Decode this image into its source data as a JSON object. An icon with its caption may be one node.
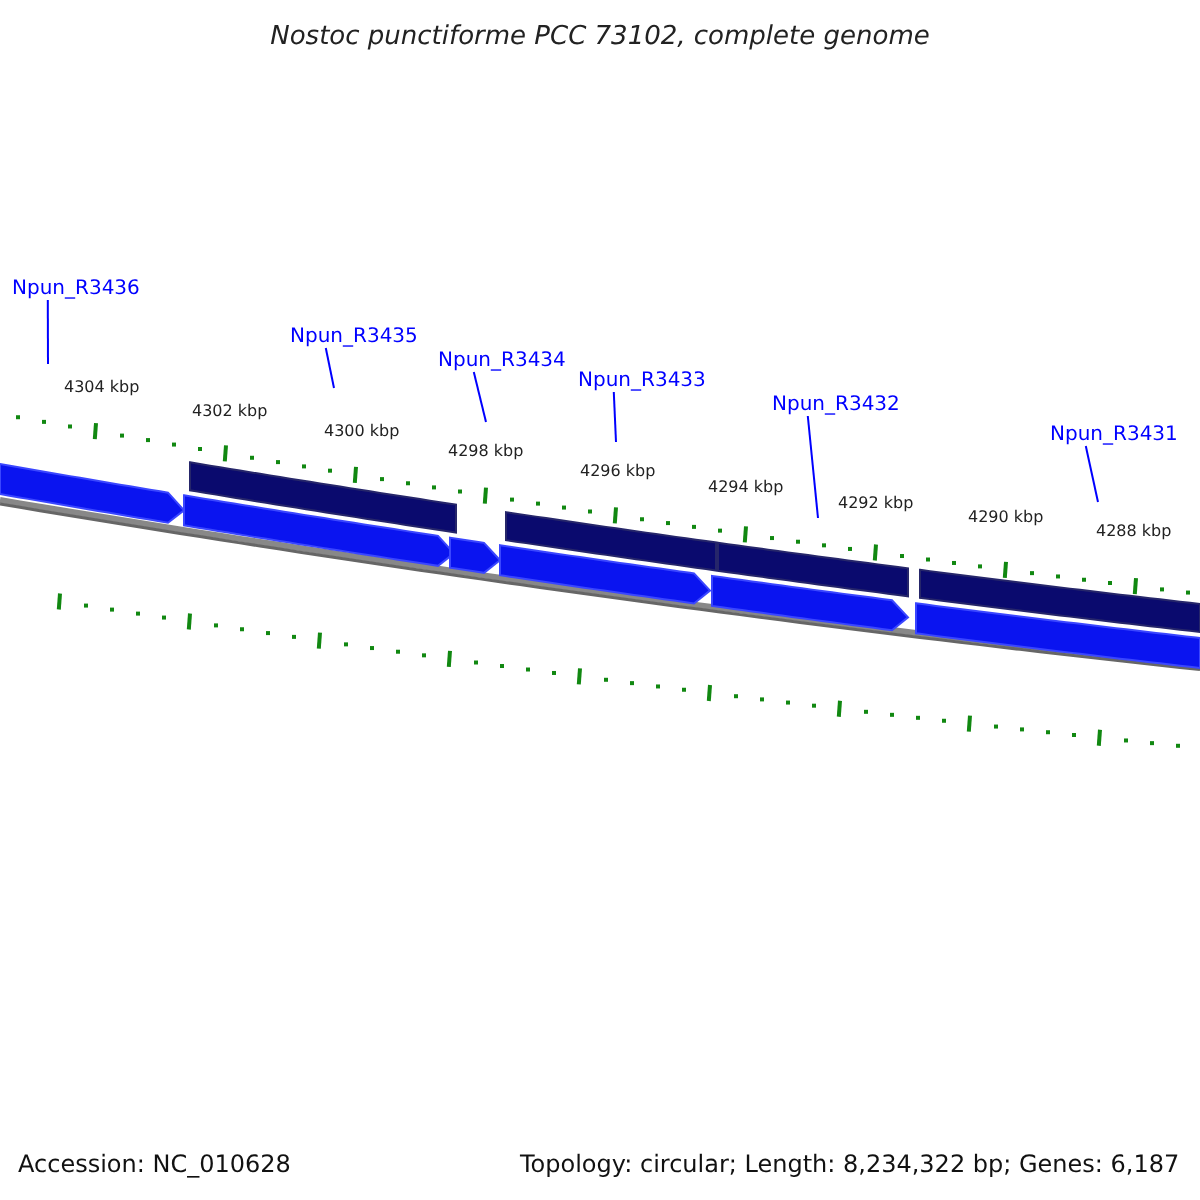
{
  "diagram": {
    "title": "Nostoc punctiforme PCC 73102, complete genome",
    "nodes": [
      {
        "text": [
          "Npun_R3436"
        ]
      },
      {
        "text": [
          "Npun_R3435"
        ]
      },
      {
        "text": [
          "Npun_R3434"
        ]
      },
      {
        "text": [
          "Npun_R3433"
        ]
      },
      {
        "text": [
          "Npun_R3432"
        ]
      },
      {
        "text": [
          "Npun_R3431"
        ]
      }
    ],
    "edges": [
      {
        "from": 0,
        "to": null,
        "arrow": "none"
      },
      {
        "from": 1,
        "to": null,
        "arrow": "none"
      },
      {
        "from": 2,
        "to": null,
        "arrow": "none"
      },
      {
        "from": 3,
        "to": null,
        "arrow": "none"
      },
      {
        "from": 4,
        "to": null,
        "arrow": "none"
      },
      {
        "from": 5,
        "to": null,
        "arrow": "none"
      }
    ],
    "labels": [
      "4304 kbp",
      "4302 kbp",
      "4300 kbp",
      "4298 kbp",
      "4296 kbp",
      "4294 kbp",
      "4292 kbp",
      "4290 kbp",
      "4288 kbp",
      "Accession: NC_010628",
      "Topology: circular; Length: 8,234,322 bp; Genes: 6,187"
    ]
  }
}
